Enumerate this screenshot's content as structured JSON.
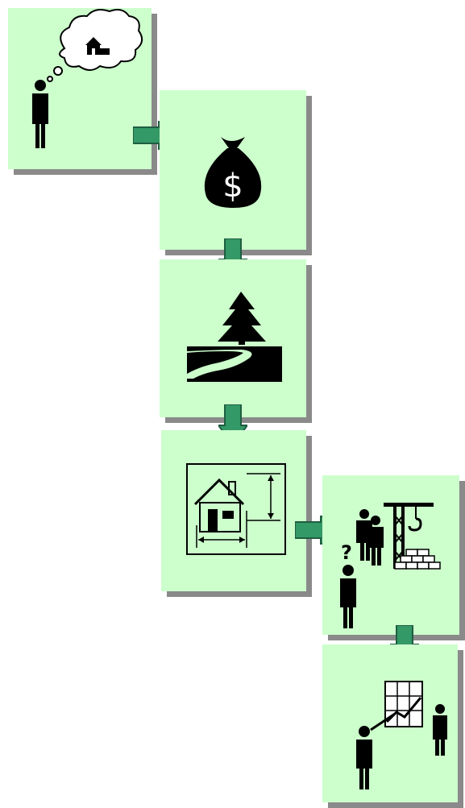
{
  "diagram": {
    "steps": [
      {
        "name": "idea-of-home",
        "icon": "person-thinking-of-house-icon"
      },
      {
        "name": "financing",
        "icon": "money-bag-icon"
      },
      {
        "name": "land",
        "icon": "tree-and-road-icon"
      },
      {
        "name": "house-plan",
        "icon": "house-blueprint-icon"
      },
      {
        "name": "construction",
        "icon": "builders-and-crane-icon"
      },
      {
        "name": "presentation",
        "icon": "presenter-and-board-icon"
      }
    ],
    "money_symbol": "$",
    "question_symbol": "?",
    "colors": {
      "box_fill": "#ccffcc",
      "box_shadow": "#8a8a8a",
      "arrow_fill": "#339966",
      "arrow_outline": "#1e5e40",
      "icon": "#000000"
    }
  }
}
